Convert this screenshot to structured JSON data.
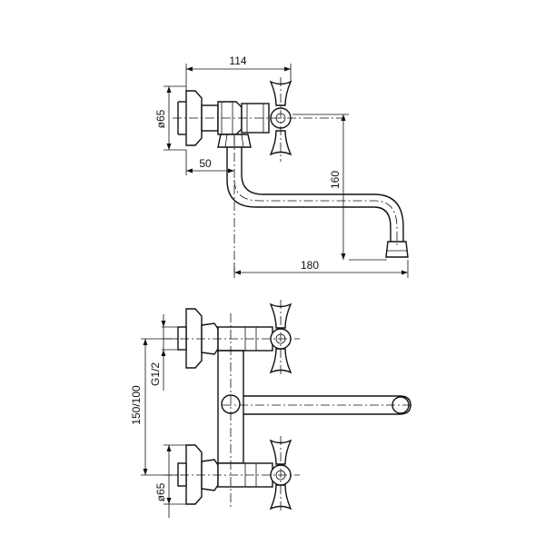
{
  "dimensions": {
    "width_114": "114",
    "flange_diameter_top": "ø65",
    "offset_50": "50",
    "height_160": "160",
    "spout_length_180": "180",
    "thread_g12": "G1/2",
    "center_distance": "150/100",
    "flange_diameter_bottom": "ø65"
  }
}
